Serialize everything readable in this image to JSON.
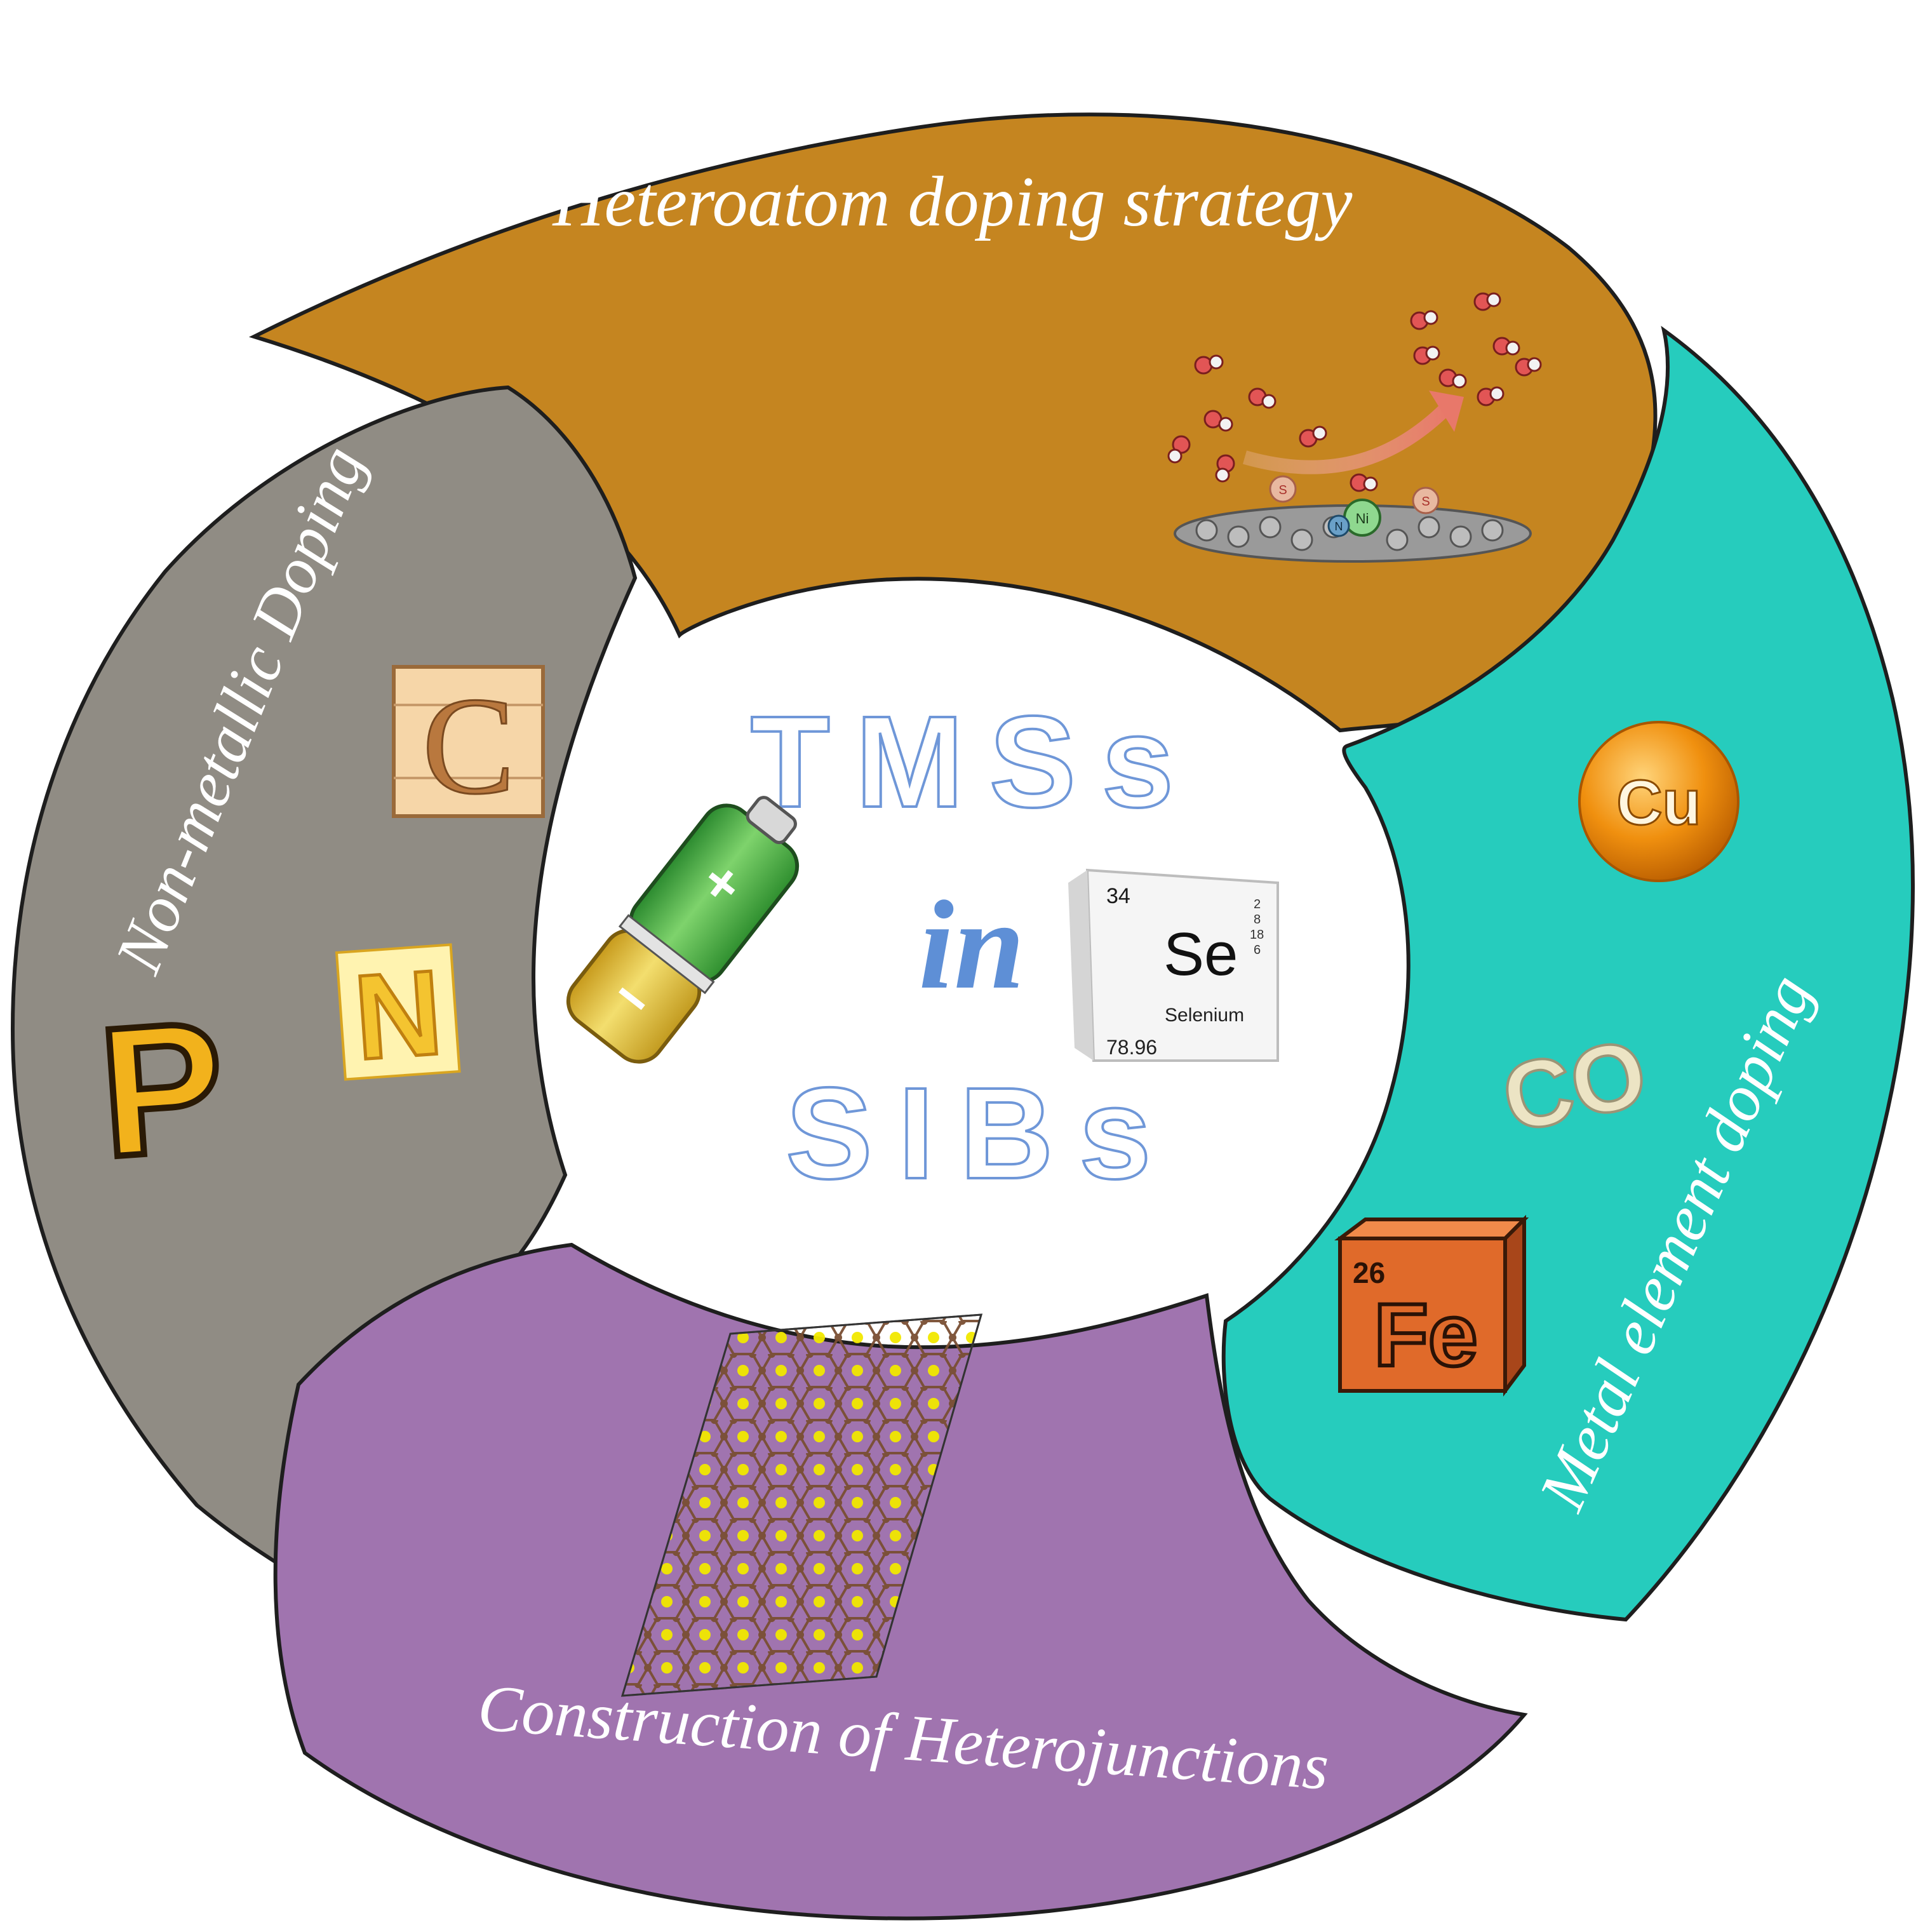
{
  "center": {
    "line1": "TMSs",
    "line2": "in",
    "line3": "SIBs"
  },
  "segments": {
    "top": {
      "title": "Heteroatom doping strategy",
      "color": "#c58520",
      "labels": [
        "S",
        "S",
        "N",
        "Ni"
      ]
    },
    "left": {
      "title": "Non-metallic Doping",
      "color": "#908c84",
      "elements": [
        "C",
        "N",
        "P"
      ]
    },
    "right": {
      "title": "Metal element doping",
      "color": "#26ccbd",
      "elements": [
        "Cu",
        "CO",
        "Fe"
      ],
      "fe_number": "26"
    },
    "bottom": {
      "title": "Construction of Heterojunctions",
      "color": "#a074af"
    }
  },
  "selenium_tile": {
    "atomic_number": "34",
    "symbol": "Se",
    "name": "Selenium",
    "mass": "78.96",
    "shells": [
      "2",
      "8",
      "18",
      "6"
    ]
  },
  "battery": {
    "plus": "+",
    "minus": "−"
  },
  "colors": {
    "title_outline": "#6f97d8",
    "in_color": "#5e8fd6",
    "cu_orange": "#f08a10",
    "fe_orange": "#e06a2a",
    "battery_green": "#3aa640",
    "battery_yellow": "#e8c43a"
  }
}
